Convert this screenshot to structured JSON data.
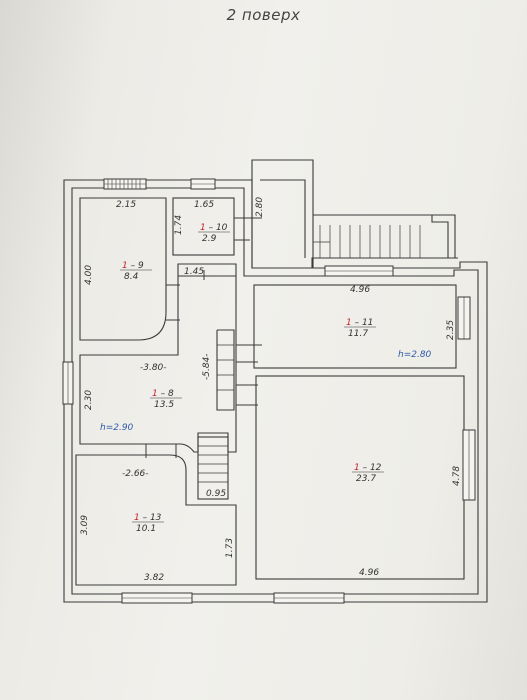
{
  "title": "2 поверх",
  "rooms": [
    {
      "num": "1",
      "id": "9",
      "area": "8.4"
    },
    {
      "num": "1",
      "id": "10",
      "area": "2.9"
    },
    {
      "num": "1",
      "id": "8",
      "area": "13.5"
    },
    {
      "num": "1",
      "id": "13",
      "area": "10.1"
    },
    {
      "num": "1",
      "id": "11",
      "area": "11.7"
    },
    {
      "num": "1",
      "id": "12",
      "area": "23.7"
    }
  ],
  "dimensions": {
    "d215": "2.15",
    "d165": "1.65",
    "d174": "1.74",
    "d280": "2.80",
    "d400": "4.00",
    "d145": "1.45",
    "d584": "-5.84-",
    "d380": "-3.80-",
    "d230": "2.30",
    "d266": "-2.66-",
    "d095": "0.95",
    "d309": "3.09",
    "d173": "1.73",
    "d382": "3.82",
    "d496a": "4.96",
    "d235": "2.35",
    "d478": "4.78",
    "d496b": "4.96"
  },
  "heights": {
    "h_left": "h=2.90",
    "h_right": "h=2.80"
  },
  "colors": {
    "line": "#3a3a3a",
    "room_num": "#c0262d",
    "height_note": "#2f5aa8",
    "text": "#333333"
  }
}
